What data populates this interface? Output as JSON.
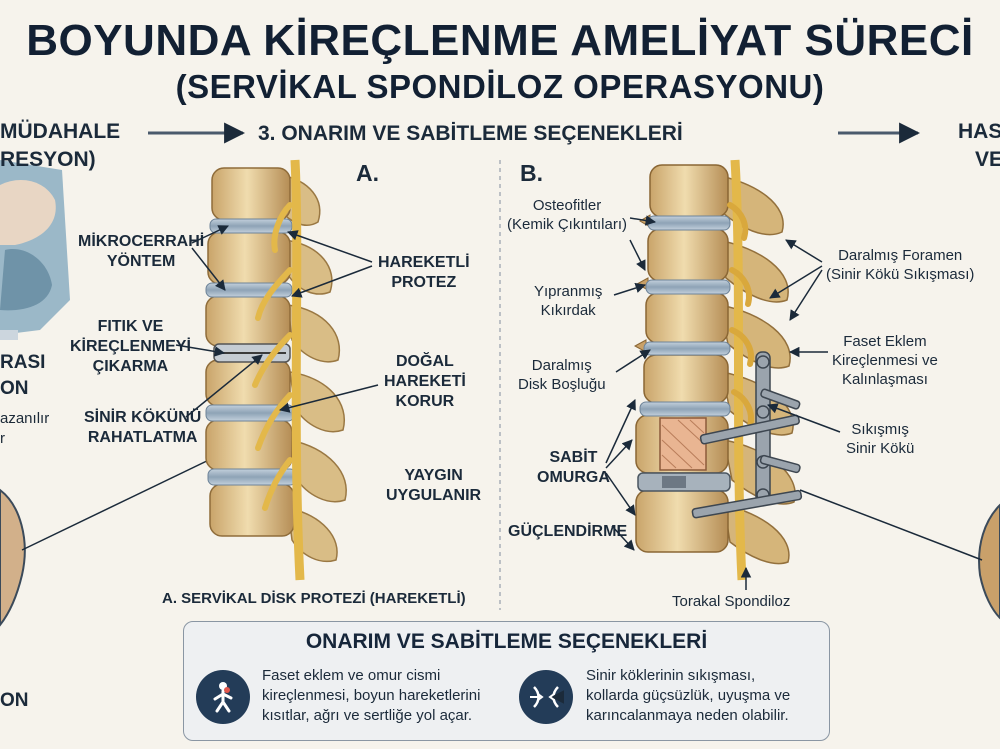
{
  "title": {
    "line1": "BOYUNDA KİREÇLENME AMELİYAT SÜRECİ",
    "line2": "(SERVİKAL SPONDİLOZ OPERASYONU)"
  },
  "headers": {
    "left_partial": "MÜDAHALE",
    "left_partial2": "RESYON)",
    "center": "3. ONARIM VE SABİTLEME SEÇENEKLERİ",
    "right_partial": "HAS",
    "right_partial2": "VE"
  },
  "left_edge": {
    "l1": "RASI",
    "l2": "ON",
    "l3": "azanılır",
    "l4": "r",
    "l5": "ON"
  },
  "panel_a": {
    "marker": "A.",
    "labels": {
      "mikro": [
        "MİKROCERRAHİ",
        "YÖNTEM"
      ],
      "fitik": [
        "FITIK VE",
        "KİREÇLENMEYİ",
        "ÇIKARMA"
      ],
      "sinir": [
        "SİNİR KÖKÜNÜ",
        "RAHATLATMA"
      ],
      "protez": [
        "HAREKETLİ",
        "PROTEZ"
      ],
      "dogal": [
        "DOĞAL",
        "HAREKETİ",
        "KORUR"
      ],
      "yaygin": [
        "YAYGIN",
        "UYGULANIR"
      ]
    },
    "caption": "A. SERVİKAL DİSK PROTEZİ (HAREKETLİ)"
  },
  "panel_b": {
    "marker": "B.",
    "labels": {
      "osteo": [
        "Osteofitler",
        "(Kemik Çıkıntıları)"
      ],
      "yipranmis": [
        "Yıpranmış",
        "Kıkırdak"
      ],
      "daralmis_disk": [
        "Daralmış",
        "Disk Boşluğu"
      ],
      "sabit": [
        "SABİT",
        "OMURGA"
      ],
      "guclendirme": "GÜÇLENDİRME",
      "foramen": [
        "Daralmış Foramen",
        "(Sinir Kökü Sıkışması)"
      ],
      "faset": [
        "Faset Eklem",
        "Kireçlenmesi ve",
        "Kalınlaşması"
      ],
      "sikismis": [
        "Sıkışmış",
        "Sinir Kökü"
      ]
    },
    "caption": "Torakal Spondiloz"
  },
  "info_box": {
    "title": "ONARIM VE SABİTLEME SEÇENEKLERİ",
    "left_text": [
      "Faset eklem ve omur cismi",
      "kireçlenmesi, boyun hareketlerini",
      "kısıtlar, ağrı ve sertliğe yol açar."
    ],
    "right_text": [
      "Sinir köklerinin sıkışması,",
      "kollarda güçsüzlük, uyuşma ve",
      "karıncalanmaya neden olabilir."
    ],
    "left_icon": "neck-pain-person-icon",
    "right_icon": "compressed-nerve-icon"
  },
  "colors": {
    "bone": "#e6cf9e",
    "bone_shadow": "#b8935a",
    "disc": "#9fb1c2",
    "nerve": "#e3b84a",
    "navy": "#233c58"
  }
}
